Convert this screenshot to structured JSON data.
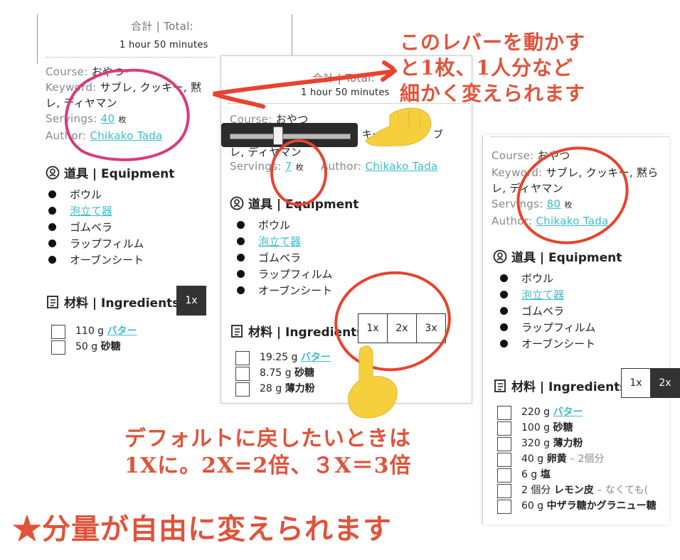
{
  "panel_left": {
    "total_label": "合計 | Total:",
    "total_value": "1 hour 50 minutes",
    "course_label": "Course:",
    "course_value": "おやつ",
    "keyword_label": "Keyword:",
    "keyword_value": "サブレ, クッキー, 黙",
    "keyword_wrap": "レ, ディヤマン",
    "servings_label": "Servings:",
    "servings_value": "40",
    "servings_unit": "枚",
    "author_label": "Author:",
    "author_value": "Chikako Tada",
    "equipment_title": "道具 | Equipment",
    "equipment": [
      "ボウル",
      "泡立て器",
      "ゴムベラ",
      "ラップフィルム",
      "オーブンシート"
    ],
    "ingredients_title": "材料 | Ingredients",
    "scale_buttons": [
      "1x"
    ],
    "ingredients": [
      {
        "qty": "110 g",
        "name": "バター"
      },
      {
        "qty": "50 g",
        "name": "砂糖"
      }
    ]
  },
  "panel_mid": {
    "total_label": "合計 | Total:",
    "total_value": "1 hour 50 minutes",
    "course_label": "Course:",
    "course_value": "おやつ",
    "keyword_tail": "キー, 黙",
    "keyword_tail2": "ブ",
    "keyword_wrap": "レ, ディヤマン",
    "servings_label": "Servings:",
    "servings_value": "7",
    "servings_unit": "枚",
    "author_label": "Author:",
    "author_value": "Chikako Tada",
    "equipment_title": "道具 | Equipment",
    "equipment": [
      "ボウル",
      "泡立て器",
      "ゴムベラ",
      "ラップフィルム",
      "オーブンシート"
    ],
    "ingredients_title": "材料 | Ingredients",
    "scale_buttons": [
      "1x",
      "2x",
      "3x"
    ],
    "ingredients": [
      {
        "qty": "19.25 g",
        "name": "バター"
      },
      {
        "qty": "8.75 g",
        "name": "砂糖"
      },
      {
        "qty": "28 g",
        "name": "薄力粉"
      }
    ],
    "slider_value": 0.4
  },
  "panel_right": {
    "course_label": "Course:",
    "course_value": "おやつ",
    "keyword_label": "Keyword:",
    "keyword_value": "サブレ, クッキー, 黙ら",
    "keyword_wrap": "レ, ディヤマン",
    "servings_label": "Servings:",
    "servings_value": "80",
    "servings_unit": "枚",
    "author_label": "Author:",
    "author_value": "Chikako Tada",
    "equipment_title": "道具 | Equipment",
    "equipment": [
      "ボウル",
      "泡立て器",
      "ゴムベラ",
      "ラップフィルム",
      "オーブンシート"
    ],
    "ingredients_title": "材料 | Ingredients",
    "scale_buttons": [
      "1x",
      "2x"
    ],
    "ingredients": [
      {
        "qty": "220 g",
        "name": "バター",
        "note": ""
      },
      {
        "qty": "100 g",
        "name": "砂糖",
        "note": ""
      },
      {
        "qty": "320 g",
        "name": "薄力粉",
        "note": ""
      },
      {
        "qty": "40 g",
        "name": "卵黄",
        "note": "– 2個分"
      },
      {
        "qty": "6 g",
        "name": "塩",
        "note": ""
      },
      {
        "qty": "2 個分",
        "name": "レモン皮",
        "note": "– なくても("
      },
      {
        "qty": "60 g",
        "name": "中ザラ糖かグラニュー糖",
        "note": ""
      }
    ]
  },
  "annotations": {
    "top_note": [
      "このレバーを動かす",
      "と1枚、1人分など",
      "細かく変えられます"
    ],
    "bottom_note": [
      "デフォルトに戻したいときは",
      "1Xに。2X=2倍、３X＝3倍"
    ],
    "headline": "★分量が自由に変えられます"
  },
  "colors": {
    "accent": "#e0533a",
    "link": "#3bbfc9",
    "circle_red": "#e8432e",
    "circle_pink": "#d83a7e",
    "hand": "#f6cf3d"
  }
}
